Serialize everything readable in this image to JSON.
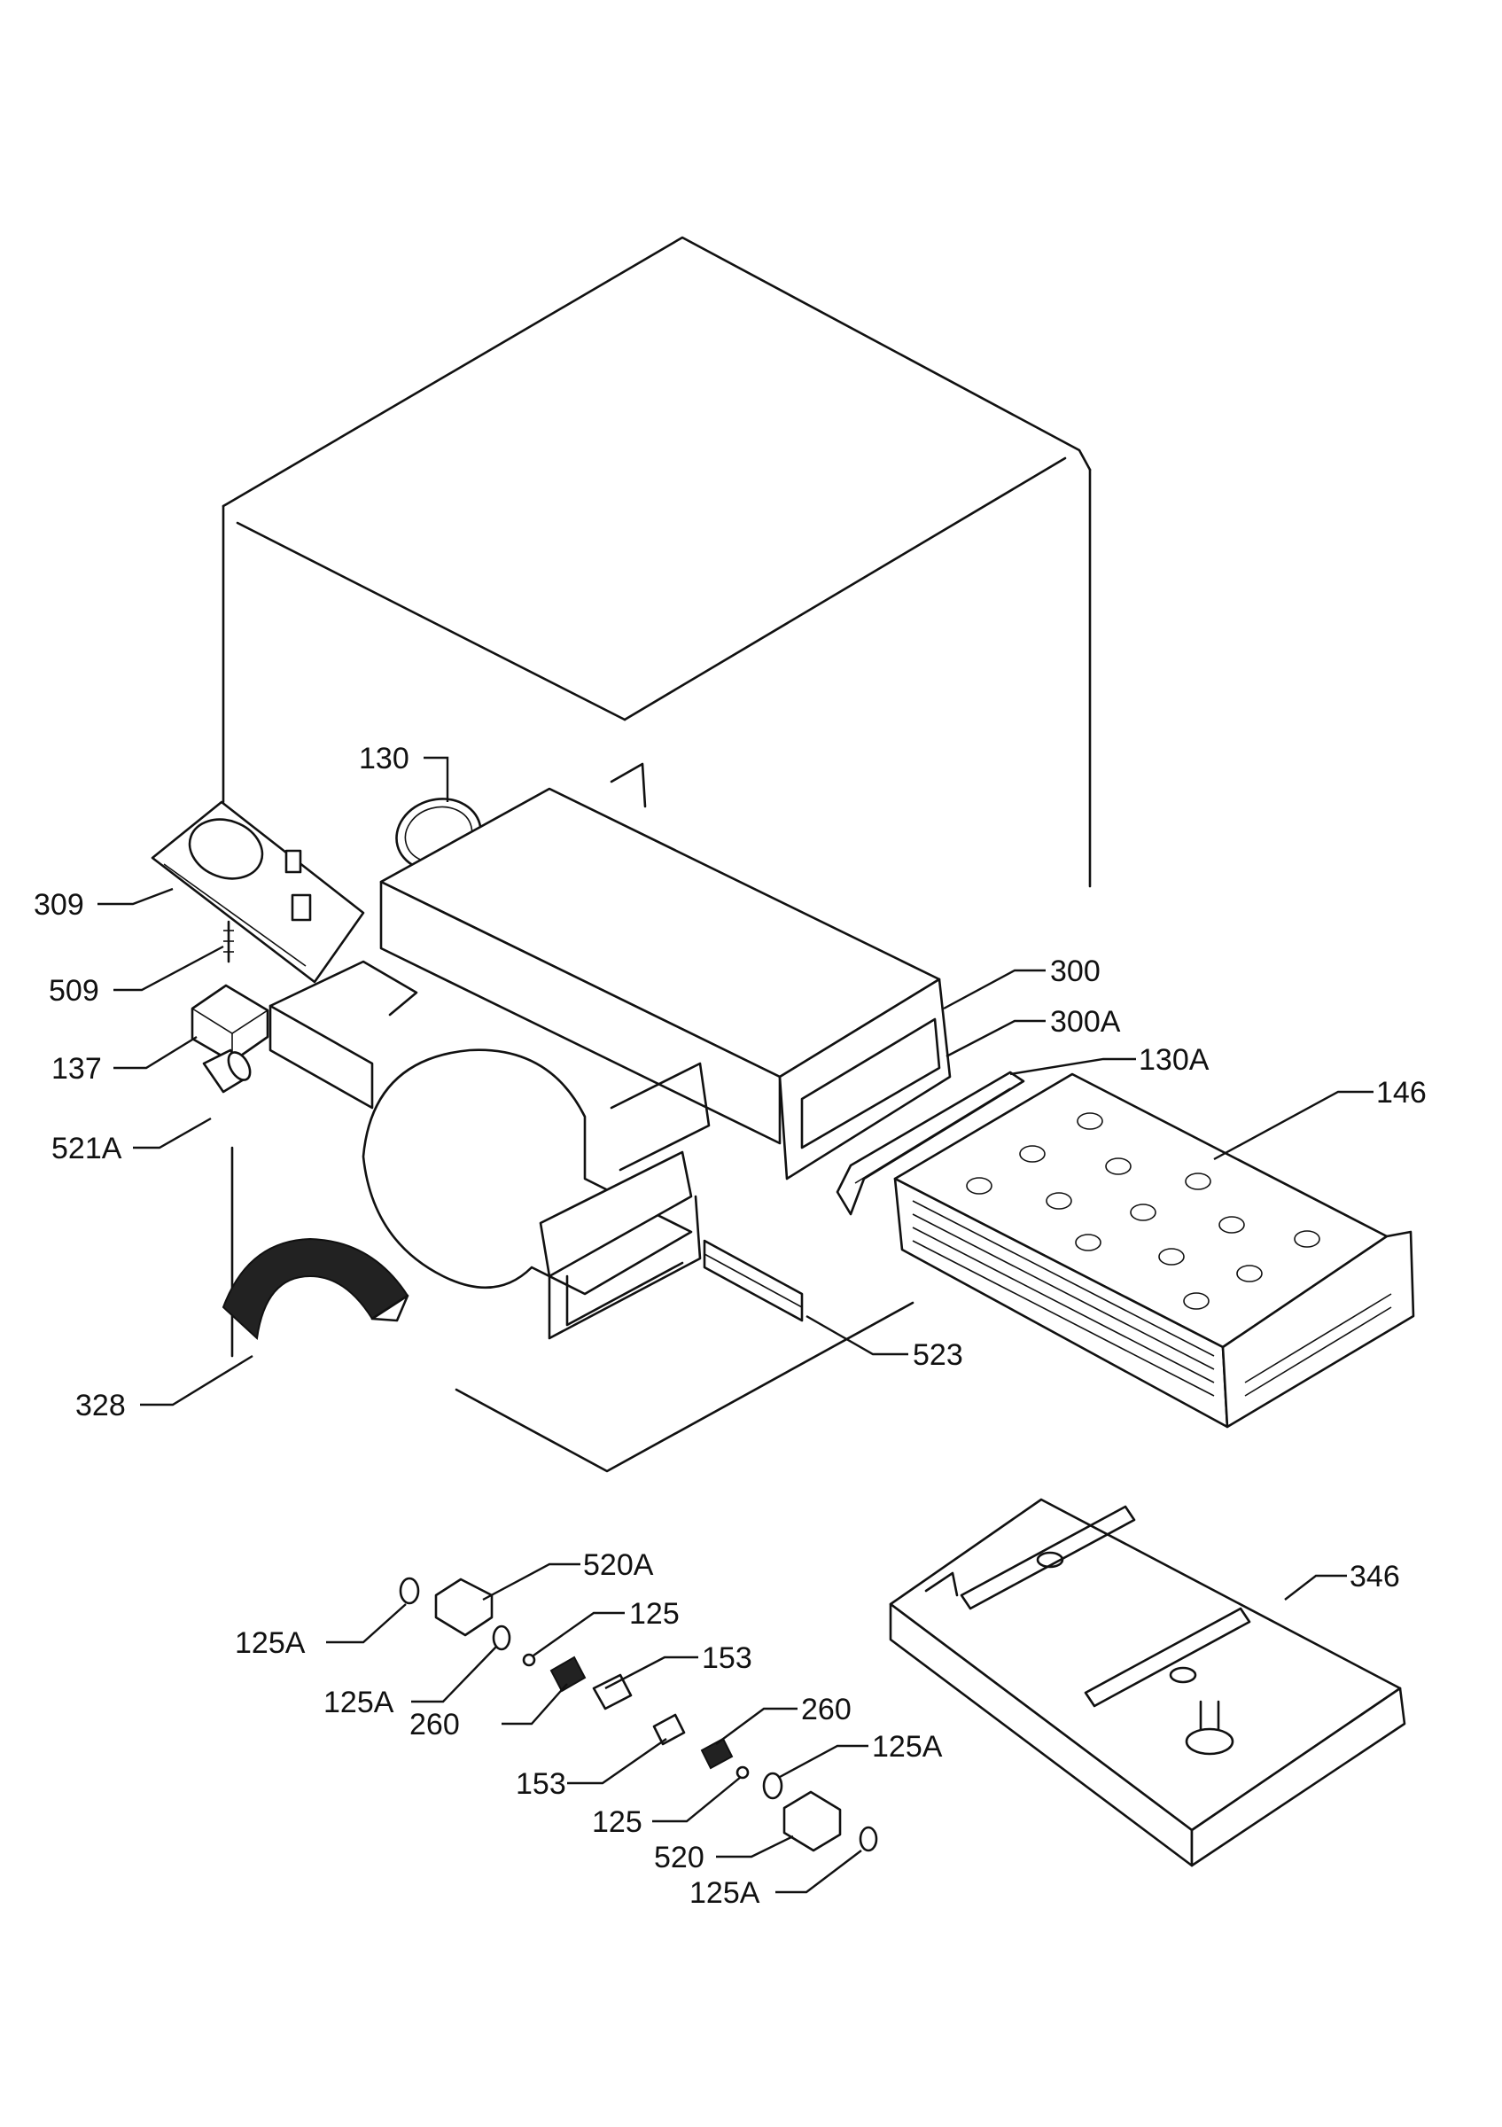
{
  "parts": [
    {
      "id": "p130",
      "label": "130"
    },
    {
      "id": "p309",
      "label": "309"
    },
    {
      "id": "p509",
      "label": "509"
    },
    {
      "id": "p137",
      "label": "137"
    },
    {
      "id": "p521a",
      "label": "521A"
    },
    {
      "id": "p328",
      "label": "328"
    },
    {
      "id": "p300",
      "label": "300"
    },
    {
      "id": "p300a",
      "label": "300A"
    },
    {
      "id": "p130a",
      "label": "130A"
    },
    {
      "id": "p146",
      "label": "146"
    },
    {
      "id": "p523",
      "label": "523"
    },
    {
      "id": "p520a",
      "label": "520A"
    },
    {
      "id": "p125a_1",
      "label": "125A"
    },
    {
      "id": "p125_1",
      "label": "125"
    },
    {
      "id": "p125a_2",
      "label": "125A"
    },
    {
      "id": "p153_1",
      "label": "153"
    },
    {
      "id": "p260_1",
      "label": "260"
    },
    {
      "id": "p260_2",
      "label": "260"
    },
    {
      "id": "p153_2",
      "label": "153"
    },
    {
      "id": "p125a_3",
      "label": "125A"
    },
    {
      "id": "p125_2",
      "label": "125"
    },
    {
      "id": "p520",
      "label": "520"
    },
    {
      "id": "p125a_4",
      "label": "125A"
    },
    {
      "id": "p346",
      "label": "346"
    }
  ]
}
